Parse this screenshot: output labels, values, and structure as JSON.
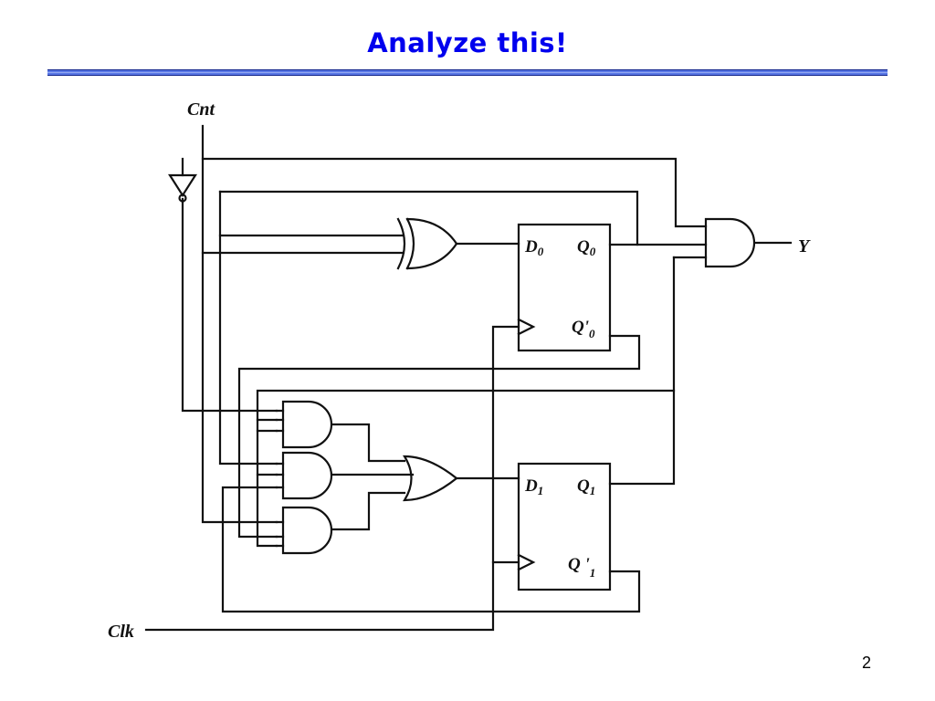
{
  "slide": {
    "title": "Analyze this!",
    "page_number": "2"
  },
  "diagram": {
    "inputs": {
      "cnt": "Cnt",
      "clk": "Clk"
    },
    "output": {
      "y": "Y"
    },
    "flipflop0": {
      "d_main": "D",
      "d_sub": "0",
      "q_main": "Q",
      "q_sub": "0",
      "qn_main": "Q'",
      "qn_sub": "0"
    },
    "flipflop1": {
      "d_main": "D",
      "d_sub": "1",
      "q_main": "Q",
      "q_sub": "1",
      "qn_main": "Q '",
      "qn_sub": "1"
    }
  },
  "colors": {
    "title": "#0000ee",
    "rule": "#5a78e6",
    "wire": "#111111"
  }
}
